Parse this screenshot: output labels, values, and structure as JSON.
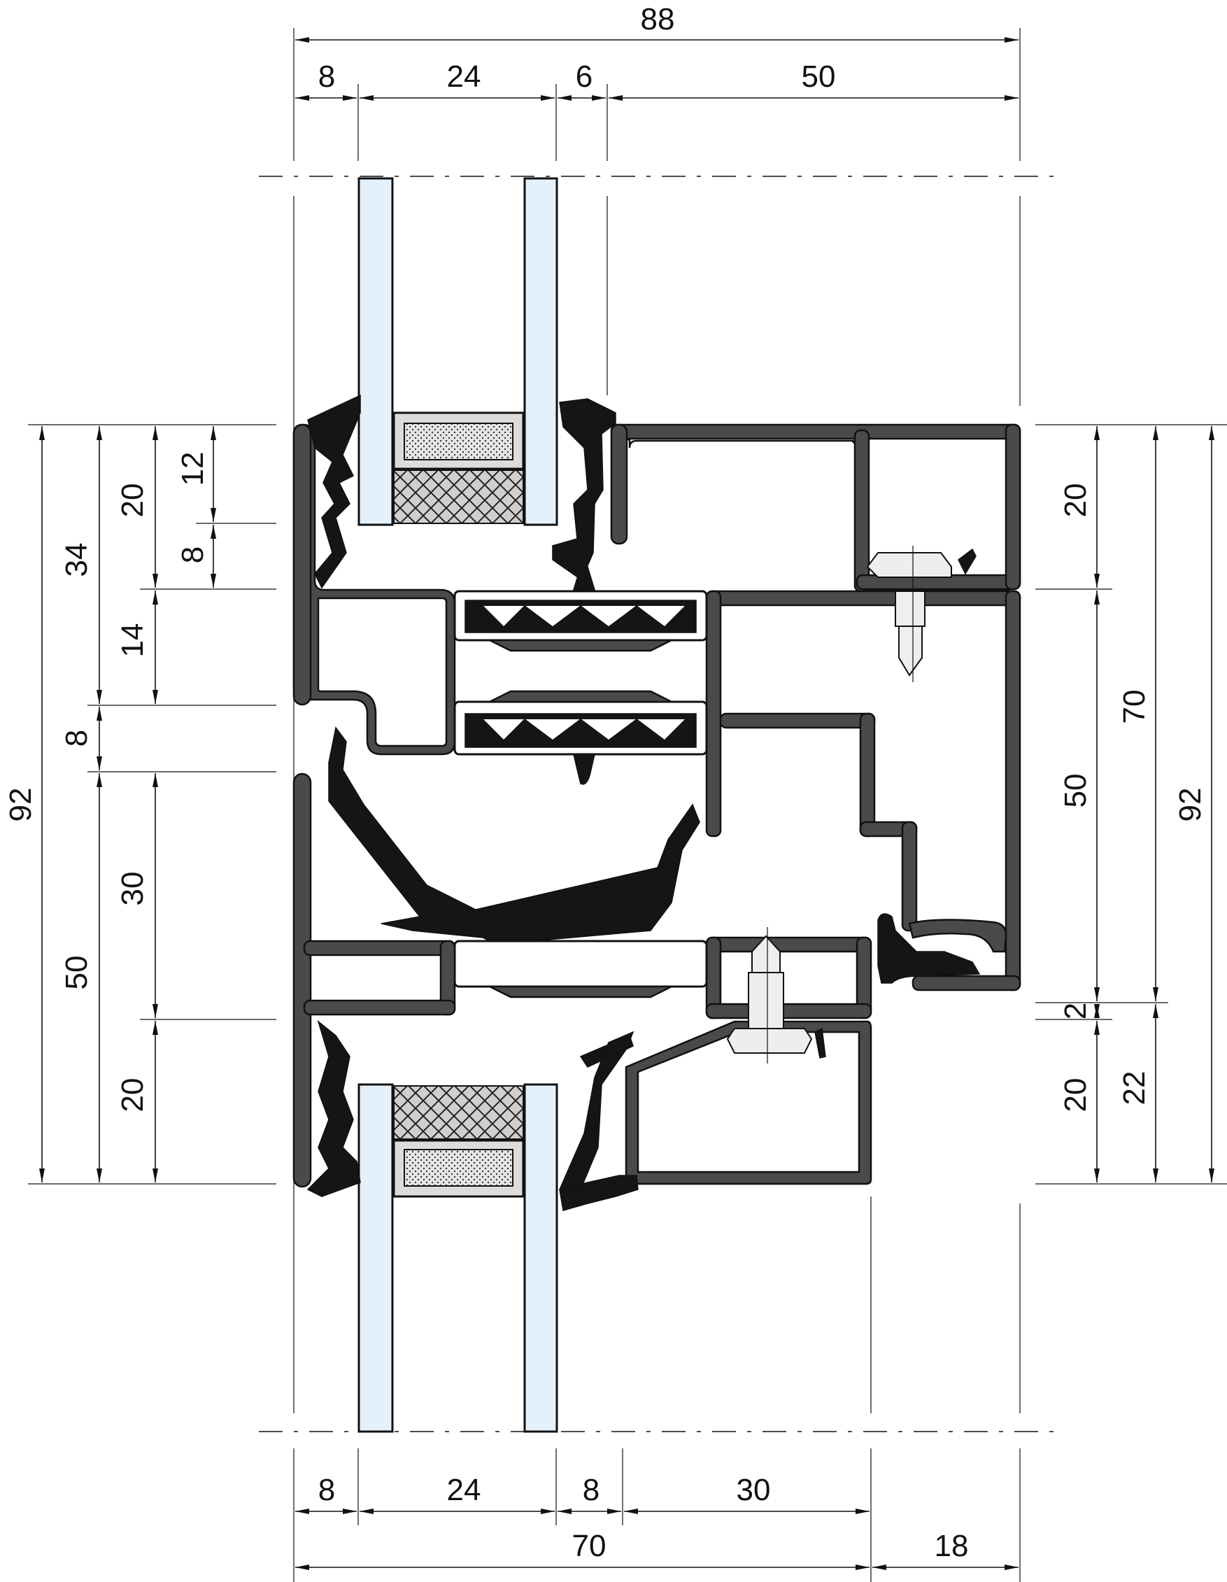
{
  "dimensions": {
    "top": {
      "overall": "88",
      "outer_leg": "8",
      "glazing": "24",
      "gap": "6",
      "frame": "50"
    },
    "bottom": {
      "outer_leg": "8",
      "glazing": "24",
      "gap": "8",
      "sash": "30",
      "sash_total": "70",
      "frame_remainder": "18"
    },
    "left": {
      "overall": "92",
      "upper": "34",
      "upper_glass_bite": "20",
      "bead_upper": "12",
      "bead_lower": "8",
      "upper_bar": "14",
      "gap": "8",
      "lower": "50",
      "lower_bar": "30",
      "lower_glass_bite": "20"
    },
    "right": {
      "overall": "92",
      "frame": "70",
      "upper": "20",
      "middle": "50",
      "gap": "2",
      "lower_total": "22",
      "lower": "20"
    }
  },
  "colors": {
    "profile": "#4a4a4a",
    "glass": "#e4f0fa",
    "gasket": "#151515",
    "spacer": "#dcdcdc"
  }
}
